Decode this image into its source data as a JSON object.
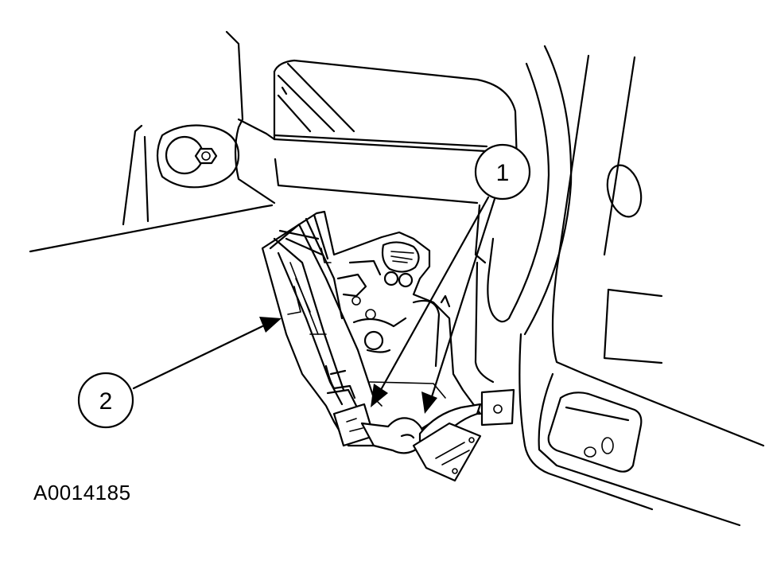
{
  "callouts": [
    {
      "number": "1"
    },
    {
      "number": "2"
    }
  ],
  "figure_id": "A0014185"
}
